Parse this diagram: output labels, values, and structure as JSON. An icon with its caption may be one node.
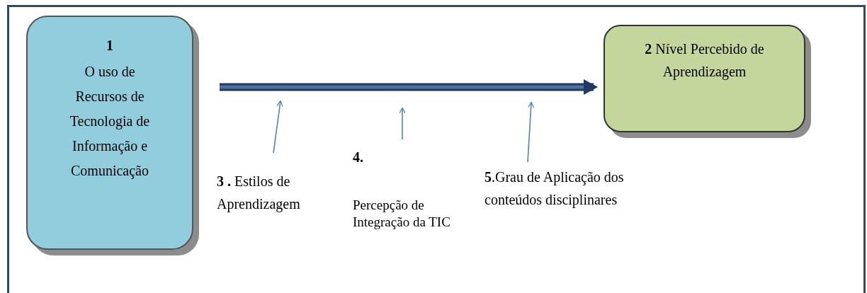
{
  "diagram": {
    "nodes": [
      {
        "text": [
          "1",
          "O uso de Recursos de Tecnologia de Informação e Comunicação"
        ]
      },
      {
        "text": [
          "**2** Nível Percebido de Aprendizagem"
        ]
      },
      {
        "text": [
          "**3 .** Estilos de Aprendizagem"
        ]
      },
      {
        "text": [
          "4.",
          "Percepção de Integração da TIC"
        ]
      },
      {
        "text": [
          "**5**.Grau de Aplicação dos conteúdos disciplinares"
        ]
      }
    ],
    "edges": [
      {
        "from": 0,
        "to": 1,
        "arrow": "to",
        "style": "thick"
      },
      {
        "from": 2,
        "to": null,
        "arrow": "to"
      },
      {
        "from": 3,
        "to": null,
        "arrow": "to"
      },
      {
        "from": 4,
        "to": null,
        "arrow": "to"
      }
    ]
  }
}
